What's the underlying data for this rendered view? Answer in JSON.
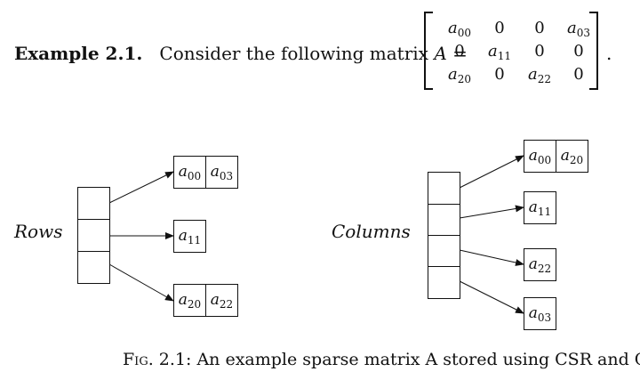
{
  "example": {
    "heading": "Example 2.1.",
    "text": "Consider the following matrix",
    "var": "A",
    "equals": "=",
    "end": "."
  },
  "matrix": [
    [
      "a00",
      "0",
      "0",
      "a03"
    ],
    [
      "0",
      "a11",
      "0",
      "0"
    ],
    [
      "a20",
      "0",
      "a22",
      "0"
    ]
  ],
  "diagram": {
    "rows_label": "Rows",
    "columns_label": "Columns",
    "csr_entries": [
      [
        "a00",
        "a03"
      ],
      [
        "a11"
      ],
      [
        "a20",
        "a22"
      ]
    ],
    "csc_entries": [
      [
        "a00",
        "a20"
      ],
      [
        "a11"
      ],
      [
        "a22"
      ],
      [
        "a03"
      ]
    ]
  },
  "caption": {
    "fig": "Fig. 2.1:",
    "text": "An example sparse matrix A stored using CSR and CSC"
  }
}
